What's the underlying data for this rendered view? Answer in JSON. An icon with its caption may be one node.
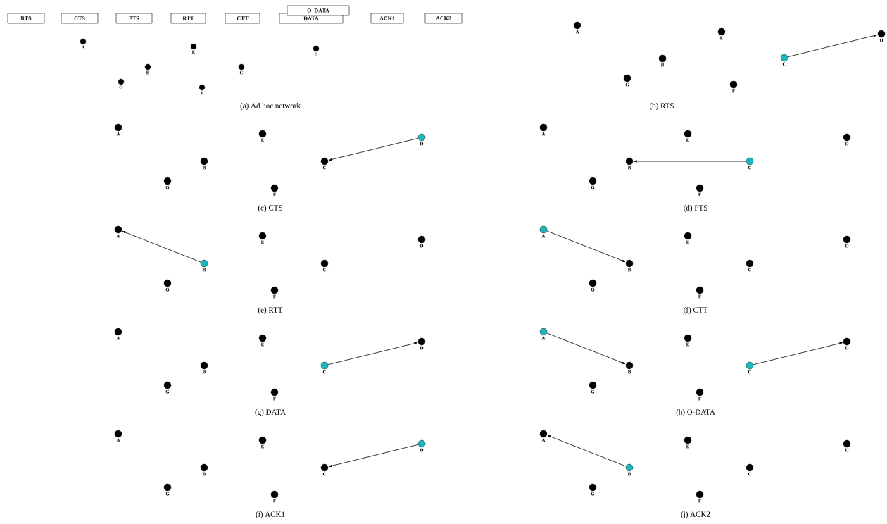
{
  "diagram": {
    "nodes": [
      {
        "text": [
          "RTS"
        ]
      },
      {
        "text": [
          "CTS"
        ]
      },
      {
        "text": [
          "PTS"
        ]
      },
      {
        "text": [
          "RTT"
        ]
      },
      {
        "text": [
          "CTT"
        ]
      },
      {
        "text": [
          "DATA"
        ]
      },
      {
        "text": [
          "O–DATA"
        ]
      },
      {
        "text": [
          "ACK1"
        ]
      },
      {
        "text": [
          "ACK2"
        ]
      },
      {
        "text": [
          "A"
        ]
      },
      {
        "text": [
          "B"
        ]
      },
      {
        "text": [
          "C"
        ]
      },
      {
        "text": [
          "D"
        ]
      },
      {
        "text": [
          "E"
        ]
      },
      {
        "text": [
          "F"
        ]
      },
      {
        "text": [
          "G"
        ]
      },
      {
        "text": [
          "A"
        ]
      },
      {
        "text": [
          "B"
        ]
      },
      {
        "text": [
          "C"
        ]
      },
      {
        "text": [
          "D"
        ]
      },
      {
        "text": [
          "E"
        ]
      },
      {
        "text": [
          "F"
        ]
      },
      {
        "text": [
          "G"
        ]
      },
      {
        "text": [
          "A"
        ]
      },
      {
        "text": [
          "B"
        ]
      },
      {
        "text": [
          "C"
        ]
      },
      {
        "text": [
          "D"
        ]
      },
      {
        "text": [
          "E"
        ]
      },
      {
        "text": [
          "F"
        ]
      },
      {
        "text": [
          "G"
        ]
      },
      {
        "text": [
          "A"
        ]
      },
      {
        "text": [
          "B"
        ]
      },
      {
        "text": [
          "C"
        ]
      },
      {
        "text": [
          "D"
        ]
      },
      {
        "text": [
          "E"
        ]
      },
      {
        "text": [
          "F"
        ]
      },
      {
        "text": [
          "G"
        ]
      },
      {
        "text": [
          "A"
        ]
      },
      {
        "text": [
          "B"
        ]
      },
      {
        "text": [
          "C"
        ]
      },
      {
        "text": [
          "D"
        ]
      },
      {
        "text": [
          "E"
        ]
      },
      {
        "text": [
          "F"
        ]
      },
      {
        "text": [
          "G"
        ]
      },
      {
        "text": [
          "A"
        ]
      },
      {
        "text": [
          "B"
        ]
      },
      {
        "text": [
          "C"
        ]
      },
      {
        "text": [
          "D"
        ]
      },
      {
        "text": [
          "E"
        ]
      },
      {
        "text": [
          "F"
        ]
      },
      {
        "text": [
          "G"
        ]
      },
      {
        "text": [
          "A"
        ]
      },
      {
        "text": [
          "B"
        ]
      },
      {
        "text": [
          "C"
        ]
      },
      {
        "text": [
          "D"
        ]
      },
      {
        "text": [
          "E"
        ]
      },
      {
        "text": [
          "F"
        ]
      },
      {
        "text": [
          "G"
        ]
      },
      {
        "text": [
          "A"
        ]
      },
      {
        "text": [
          "B"
        ]
      },
      {
        "text": [
          "C"
        ]
      },
      {
        "text": [
          "D"
        ]
      },
      {
        "text": [
          "E"
        ]
      },
      {
        "text": [
          "F"
        ]
      },
      {
        "text": [
          "G"
        ]
      },
      {
        "text": [
          "A"
        ]
      },
      {
        "text": [
          "B"
        ]
      },
      {
        "text": [
          "C"
        ]
      },
      {
        "text": [
          "D"
        ]
      },
      {
        "text": [
          "E"
        ]
      },
      {
        "text": [
          "F"
        ]
      },
      {
        "text": [
          "G"
        ]
      },
      {
        "text": [
          "A"
        ]
      },
      {
        "text": [
          "B"
        ]
      },
      {
        "text": [
          "C"
        ]
      },
      {
        "text": [
          "D"
        ]
      },
      {
        "text": [
          "E"
        ]
      },
      {
        "text": [
          "F"
        ]
      },
      {
        "text": [
          "G"
        ]
      }
    ],
    "edges": [
      {
        "from": 18,
        "to": 19,
        "arrow": "to"
      },
      {
        "from": 26,
        "to": 25,
        "arrow": "to"
      },
      {
        "from": 32,
        "to": 31,
        "arrow": "to"
      },
      {
        "from": 38,
        "to": 37,
        "arrow": "to"
      },
      {
        "from": 44,
        "to": 45,
        "arrow": "to"
      },
      {
        "from": 53,
        "to": 54,
        "arrow": "to"
      },
      {
        "from": 58,
        "to": 59,
        "arrow": "to"
      },
      {
        "from": 60,
        "to": 61,
        "arrow": "to"
      },
      {
        "from": 68,
        "to": 67,
        "arrow": "to"
      },
      {
        "from": 73,
        "to": 72,
        "arrow": "to"
      }
    ],
    "labels": [
      "(a)  Ad hoc network",
      "(b)  RTS",
      "(c)  CTS",
      "(d)  PTS",
      "(e)  RTT",
      "(f)  CTT",
      "(g)  DATA",
      "(h)  O-DATA",
      "(i)  ACK1",
      "(j)  ACK2"
    ]
  }
}
